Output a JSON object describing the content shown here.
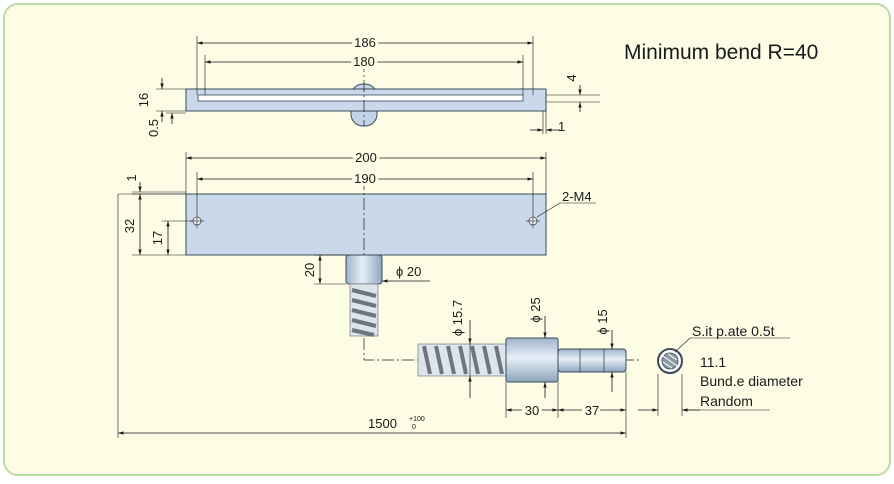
{
  "note": {
    "title": "Minimum bend R=40",
    "plate_label": "S.it p.ate 0.5t",
    "bundle_value": "11.1",
    "bundle_line1": "Bund.e diameter",
    "bundle_line2": "Random"
  },
  "top_view": {
    "dim_186": "186",
    "dim_180": "180",
    "dim_16": "16",
    "dim_05": "0.5",
    "dim_4": "4",
    "dim_1": "1"
  },
  "front_view": {
    "dim_200": "200",
    "dim_190": "190",
    "dim_1": "1",
    "dim_32": "32",
    "dim_17": "17",
    "hole_label": "2-M4",
    "dim_20": "20",
    "dia_20": "ϕ 20"
  },
  "shaft": {
    "dia_157": "ϕ 15.7",
    "dia_25": "ϕ 25",
    "dia_15": "ϕ 15",
    "dim_30": "30",
    "dim_37": "37",
    "length": "1500",
    "tol_upper": "+100",
    "tol_lower": "0"
  },
  "colors": {
    "background": "#fdfde6",
    "border": "#b9dca6",
    "part_fill": "#c9d9ea"
  }
}
